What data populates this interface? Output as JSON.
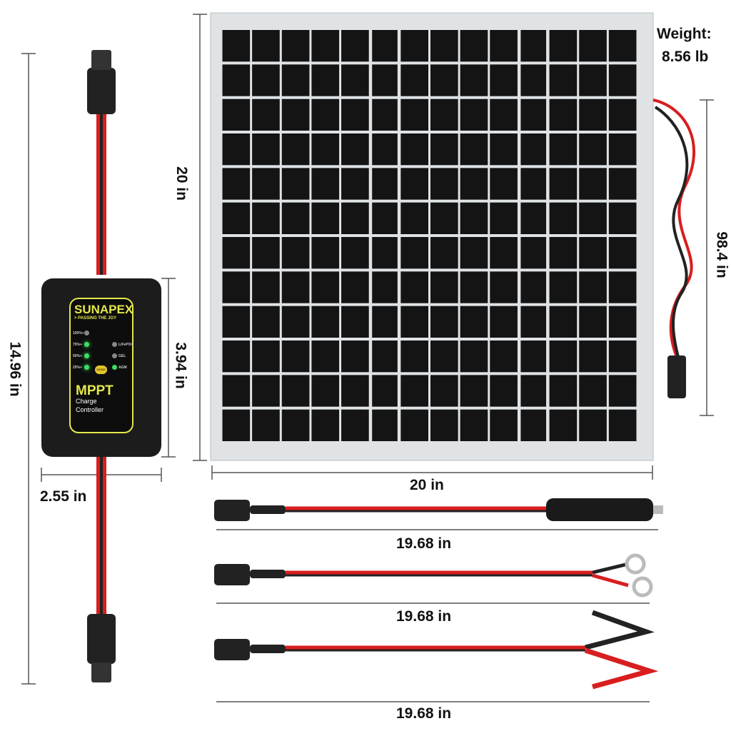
{
  "dimensions": {
    "controller_height": "14.96 in",
    "controller_box_height": "3.94 in",
    "controller_width": "2.55 in",
    "panel_height": "20 in",
    "panel_width": "20 in",
    "cable_length": "98.4 in",
    "weight_label": "Weight:",
    "weight_value": "8.56 lb",
    "cigarette_cable": "19.68 in",
    "ring_cable": "19.68 in",
    "clip_cable": "19.68 in"
  },
  "controller": {
    "brand": "SUNAPEX",
    "tagline": "> PASSING THE JOY",
    "levels": [
      "100%+",
      "75%+",
      "50%+",
      "25%+"
    ],
    "modes": [
      "LiFePO4",
      "GEL",
      "AGM"
    ],
    "mode_button": "MODE",
    "title": "MPPT",
    "subtitle1": "Charge",
    "subtitle2": "Controller",
    "colors": {
      "accent": "#e4e84a",
      "led_on": "#3de060",
      "body": "#1c1c1c"
    }
  },
  "colors": {
    "cable_red": "#d81e1e",
    "cable_black": "#1a1a1a",
    "panel_cell": "#141414",
    "frame": "#dfe3e6"
  }
}
